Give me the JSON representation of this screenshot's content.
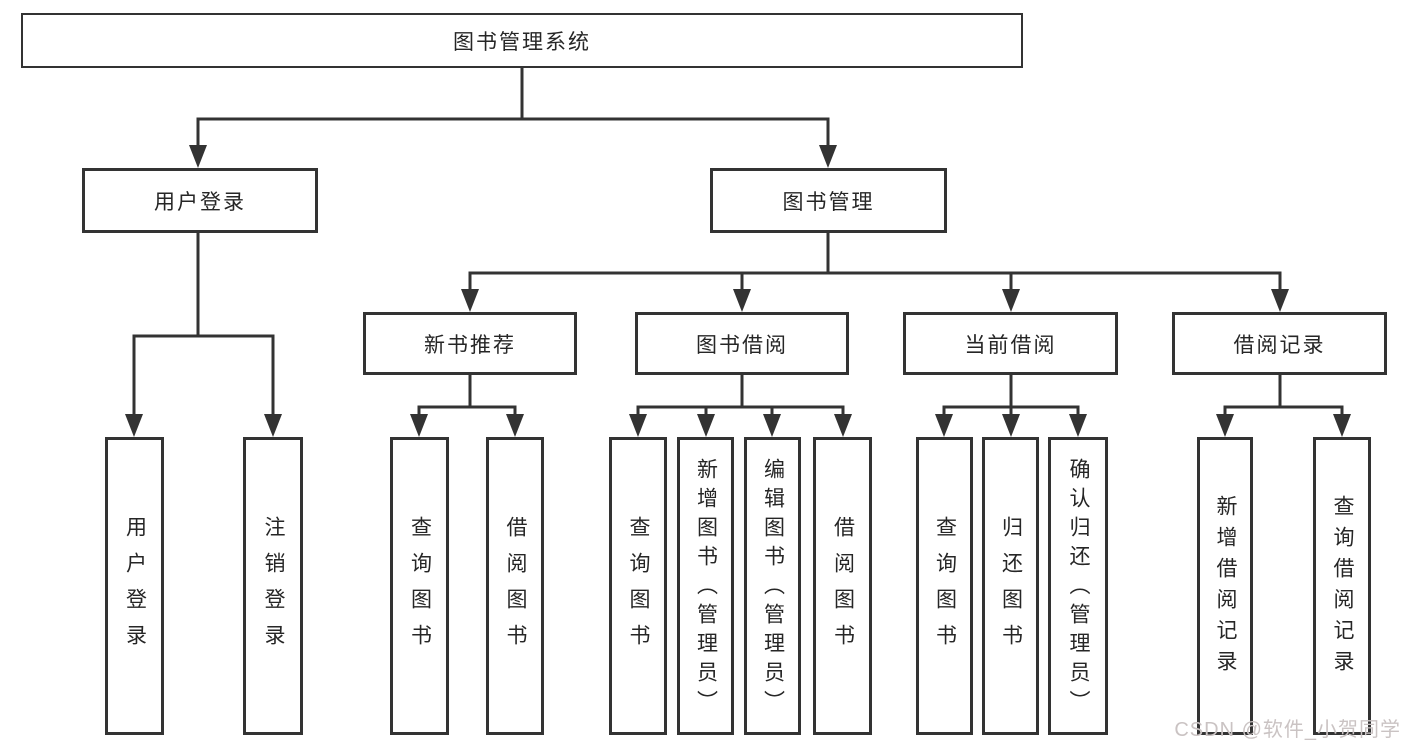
{
  "diagram": {
    "root": {
      "label": "图书管理系统"
    },
    "user_login": {
      "label": "用户登录",
      "children": [
        {
          "label": "用户登录"
        },
        {
          "label": "注销登录"
        }
      ]
    },
    "book_mgmt": {
      "label": "图书管理",
      "sections": [
        {
          "label": "新书推荐",
          "children": [
            {
              "label": "查询图书"
            },
            {
              "label": "借阅图书"
            }
          ]
        },
        {
          "label": "图书借阅",
          "children": [
            {
              "label": "查询图书"
            },
            {
              "label": "新增图书（管理员）"
            },
            {
              "label": "编辑图书（管理员）"
            },
            {
              "label": "借阅图书"
            }
          ]
        },
        {
          "label": "当前借阅",
          "children": [
            {
              "label": "查询图书"
            },
            {
              "label": "归还图书"
            },
            {
              "label": "确认归还（管理员）"
            }
          ]
        },
        {
          "label": "借阅记录",
          "children": [
            {
              "label": "新增借阅记录"
            },
            {
              "label": "查询借阅记录"
            }
          ]
        }
      ]
    }
  },
  "watermark": {
    "text": "CSDN @软件_小贺同学"
  },
  "colors": {
    "line": "#333333",
    "box_border": "#333333",
    "text": "#262626",
    "watermark": "#cac3c3",
    "background": "#ffffff"
  }
}
